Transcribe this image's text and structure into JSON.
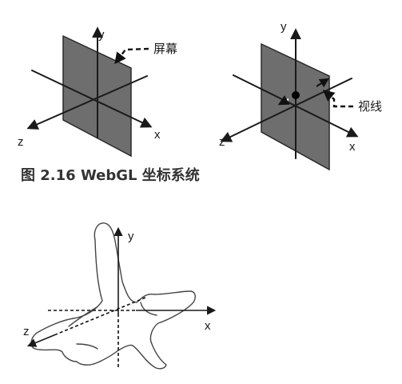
{
  "left_diagram": {
    "y_label": "y",
    "x_label": "x",
    "z_label": "z",
    "screen_label": "屏幕"
  },
  "right_diagram": {
    "y_label": "y",
    "x_label": "x",
    "z_label": "z",
    "line_of_sight_label": "视线"
  },
  "caption": "图 2.16  WebGL 坐标系统",
  "hand_diagram": {
    "y_label": "y",
    "x_label": "x",
    "z_label": "z"
  },
  "colors": {
    "screen_fill": "#6e6e6e",
    "screen_stroke": "#2a2a2a",
    "axis": "#1a1a1a",
    "caption": "#333333"
  }
}
